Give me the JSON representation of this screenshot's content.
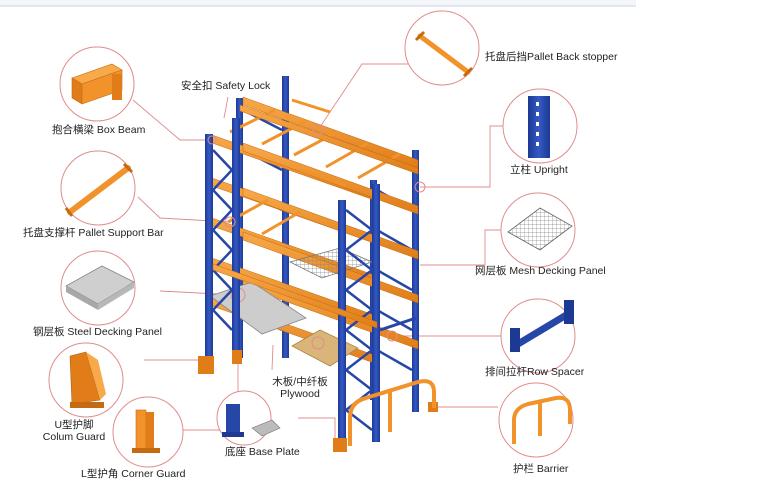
{
  "colors": {
    "upright": "#2747a8",
    "beam": "#f2922a",
    "leader": "#e08c8c",
    "steel_panel": "#c8c8c8",
    "plywood": "#d9b57a"
  },
  "labels": {
    "safety_lock": "安全扣 Safety Lock",
    "box_beam": "抱合横梁 Box Beam",
    "pallet_support_bar": "托盘支撑杆 Pallet Support Bar",
    "steel_decking_panel": "钢层板 Steel Decking Panel",
    "colum_guard_cn": "U型护脚",
    "colum_guard_en": "Colum Guard",
    "corner_guard": "L型护角 Corner Guard",
    "base_plate": "底座 Base Plate",
    "plywood_cn": "木板/中纤板",
    "plywood_en": "Plywood",
    "pallet_back_stopper": "托盘后挡Pallet Back stopper",
    "upright": "立柱 Upright",
    "mesh_decking_panel": "网层板 Mesh Decking Panel",
    "row_spacer": "排间拉杆Row Spacer",
    "barrier": "护栏 Barrier"
  },
  "icons": {
    "box_beam": "box-beam-icon",
    "pallet_support_bar": "pallet-support-bar-icon",
    "steel_decking_panel": "steel-panel-icon",
    "colum_guard": "colum-guard-icon",
    "corner_guard": "corner-guard-icon",
    "base_plate": "base-plate-icon",
    "pallet_back_stopper": "back-stopper-icon",
    "upright": "upright-icon",
    "mesh_decking_panel": "mesh-panel-icon",
    "row_spacer": "row-spacer-icon",
    "barrier": "barrier-icon"
  }
}
